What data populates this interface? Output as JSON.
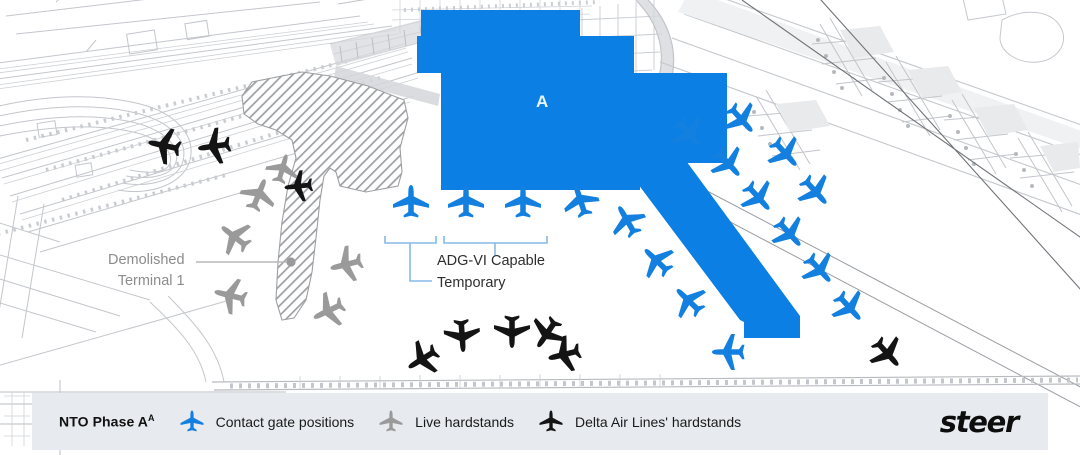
{
  "map": {
    "terminal_a_label": "A",
    "demolished_label_line1": "Demolished",
    "demolished_label_line2": "Terminal 1",
    "adg_label_line1": "ADG-VI Capable",
    "adg_label_line2": "Temporary"
  },
  "legend": {
    "title_main": "NTO Phase A",
    "title_sup": "A",
    "items": [
      {
        "icon": "airplane-icon-blue",
        "label": "Contact gate positions",
        "color": "#1380e0"
      },
      {
        "icon": "airplane-icon-gray",
        "label": "Live hardstands",
        "color": "#9a9a9a"
      },
      {
        "icon": "airplane-icon-black",
        "label": "Delta Air Lines' hardstands",
        "color": "#141414"
      }
    ],
    "logo": "steer",
    "background": "#e7eaee"
  },
  "colors": {
    "accent_blue": "#1380e0",
    "terminal_blue": "#0b7fe3",
    "hardstand_gray": "#9a9a9a",
    "hardstand_black": "#141414",
    "basemap_line": "#b9bcc2",
    "leader_line": "#b7b7b7",
    "bracket_blue": "#86b9e8"
  },
  "chart_data": {
    "type": "map",
    "title": "NTO Phase A airport terminal site plan",
    "aircraft_stands": {
      "contact_gate_positions_blue": 17,
      "live_hardstands_gray": 6,
      "delta_hardstands_black": 9
    },
    "features": [
      "Terminal A (blue massing)",
      "Diagonal concourse extension",
      "Demolished Terminal 1 (hatched)",
      "ADG-VI Capable temporary stands"
    ]
  }
}
